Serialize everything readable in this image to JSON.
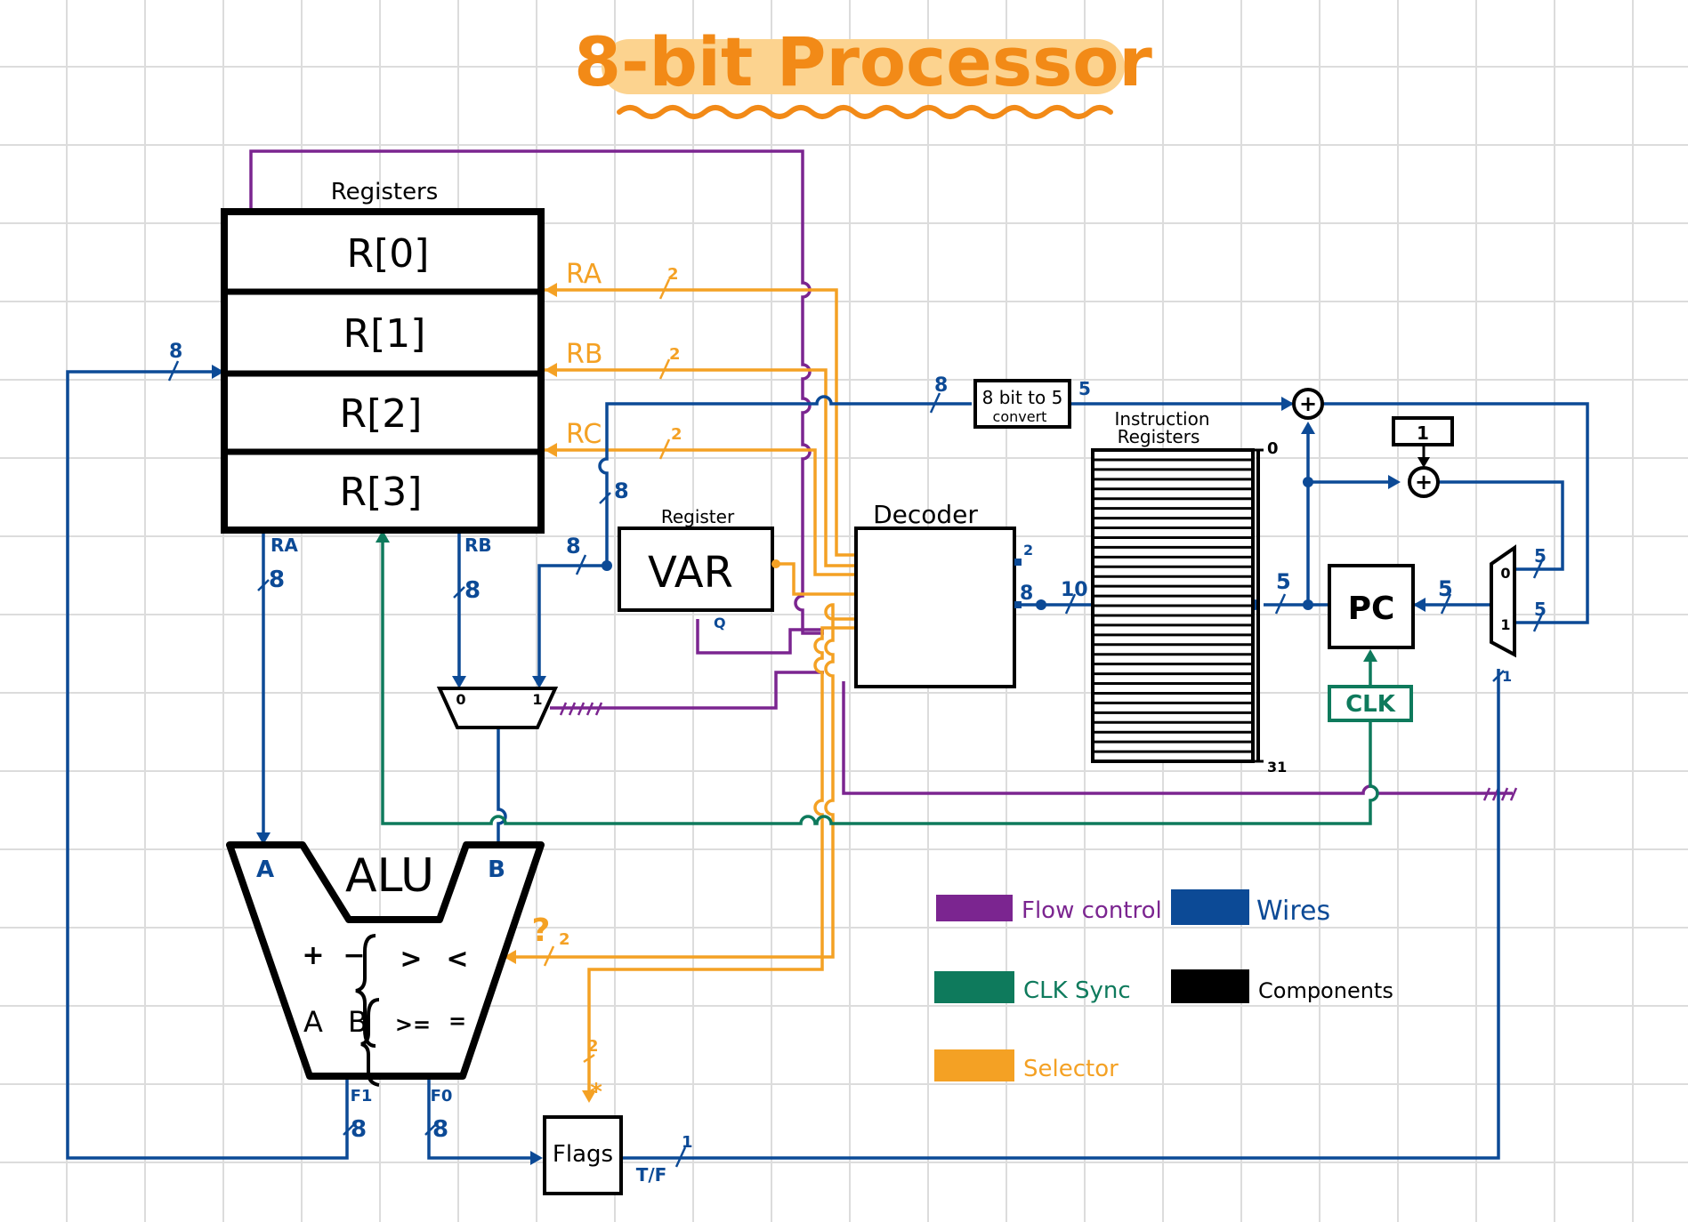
{
  "title": "8-bit Processor",
  "colors": {
    "flow_control": "#7b2590",
    "wires": "#0c4a96",
    "clk_sync": "#0e7a5c",
    "components": "#000000",
    "selector": "#f4a124",
    "title_orange": "#f28a17",
    "title_highlight": "#fcd38f"
  },
  "registers": {
    "label": "Registers",
    "cells": [
      "R[0]",
      "R[1]",
      "R[2]",
      "R[3]"
    ],
    "out_a_label": "RA",
    "out_b_label": "RB",
    "out_width": "8"
  },
  "selectors": {
    "ra": {
      "label": "RA",
      "width": "2"
    },
    "rb": {
      "label": "RB",
      "width": "2"
    },
    "rc": {
      "label": "RC",
      "width": "2"
    }
  },
  "register_var": {
    "caption": "Register",
    "label": "VAR",
    "out_label": "Q"
  },
  "decoder": {
    "label": "Decoder"
  },
  "convert": {
    "label_line1": "8 bit to 5",
    "label_line2": "convert"
  },
  "instruction_registers": {
    "label_line1": "Instruction",
    "label_line2": "Registers",
    "top_index": "0",
    "bottom_index": "31"
  },
  "pc": {
    "label": "PC"
  },
  "clk": {
    "label": "CLK"
  },
  "constant_one": "1",
  "adder_symbol": "+",
  "mux_bottom": {
    "in0": "0",
    "in1": "1"
  },
  "mux_right": {
    "in0": "0",
    "in1": "1"
  },
  "alu": {
    "label": "ALU",
    "in_a": "A",
    "in_b": "B",
    "ops_row1": [
      "+",
      "−",
      ">",
      "<"
    ],
    "ops_row2": [
      "A",
      "B",
      ">=",
      "="
    ],
    "out_f1": "F1",
    "out_f0": "F0",
    "select_label": "?",
    "select_width": "2"
  },
  "flags": {
    "label": "Flags",
    "out_label": "T/F",
    "width": "1",
    "select_width": "2",
    "marker": "*"
  },
  "bus_widths": {
    "eight": "8",
    "five": "5",
    "ten": "10",
    "two": "2",
    "one": "1"
  },
  "legend": [
    {
      "label": "Flow control",
      "color": "#7b2590"
    },
    {
      "label": "Wires",
      "color": "#0c4a96"
    },
    {
      "label": "CLK Sync",
      "color": "#0e7a5c"
    },
    {
      "label": "Components",
      "color": "#000000"
    },
    {
      "label": "Selector",
      "color": "#f4a124"
    }
  ]
}
